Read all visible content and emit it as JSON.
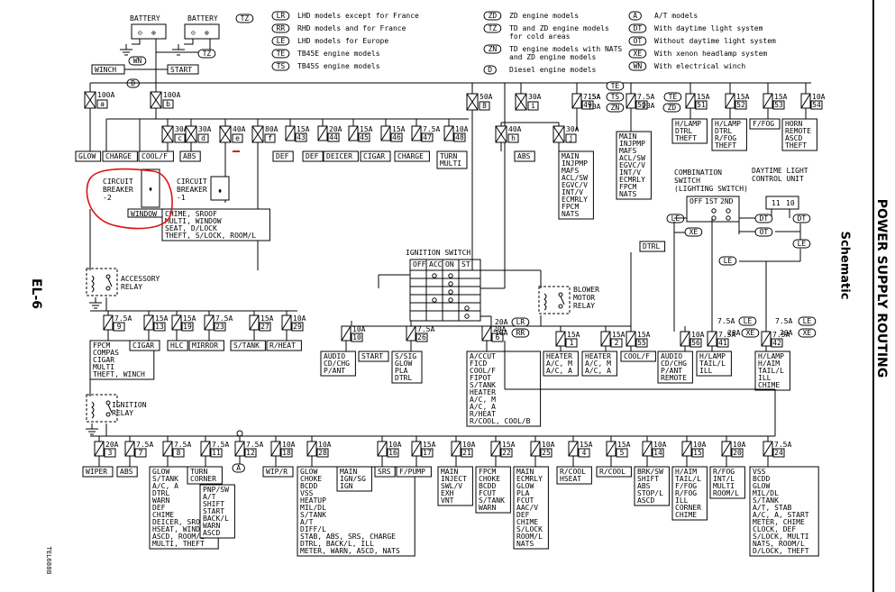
{
  "header": {
    "page_title": "POWER SUPPLY ROUTING",
    "subtitle": "Schematic",
    "page_number": "EL-6",
    "figure_code": "TEL688B"
  },
  "legend": [
    {
      "code": "LR",
      "text": "LHD models except for France"
    },
    {
      "code": "RR",
      "text": "RHD models and for France"
    },
    {
      "code": "LE",
      "text": "LHD models for Europe"
    },
    {
      "code": "TE",
      "text": "TB45E engine models"
    },
    {
      "code": "TS",
      "text": "TB45S engine models"
    },
    {
      "code": "ZD",
      "text": "ZD engine models"
    },
    {
      "code": "TZ",
      "text": "TD and ZD engine models|for cold areas"
    },
    {
      "code": "ZN",
      "text": "TD engine models with NATS|and ZD engine models"
    },
    {
      "code": "D",
      "text": "Diesel engine models"
    },
    {
      "code": "A",
      "text": "A/T models"
    },
    {
      "code": "DT",
      "text": "With daytime light system"
    },
    {
      "code": "OT",
      "text": "Without daytime light system"
    },
    {
      "code": "XE",
      "text": "With xenon headlamp system"
    },
    {
      "code": "WN",
      "text": "With electrical winch"
    }
  ],
  "top_labels": {
    "battery": "BATTERY",
    "battery_tz": "BATTERY",
    "tz": "TZ",
    "wn": "WN",
    "d": "D",
    "winch": "WINCH",
    "start": "START"
  },
  "main_fuses": [
    {
      "amp": "100A",
      "id": "a"
    },
    {
      "amp": "100A",
      "id": "b"
    },
    {
      "amp": "50A",
      "id": "8"
    },
    {
      "amp": "30A",
      "id": "i"
    },
    {
      "amp": "40A",
      "id": "h"
    },
    {
      "amp": "30A",
      "id": "j"
    }
  ],
  "fl_fuses": [
    {
      "amp": "30A",
      "id": "c"
    },
    {
      "amp": "30A",
      "id": "d"
    },
    {
      "amp": "40A",
      "id": "e"
    },
    {
      "amp": "80A",
      "id": "f"
    },
    {
      "amp": "15A",
      "id": "43"
    },
    {
      "amp": "20A",
      "id": "44"
    },
    {
      "amp": "15A",
      "id": "45"
    },
    {
      "amp": "15A",
      "id": "46"
    },
    {
      "amp": "7.5A",
      "id": "47"
    },
    {
      "amp": "10A",
      "id": "48"
    }
  ],
  "fl_loads": [
    "GLOW",
    "CHARGE",
    "COOL/F",
    "ABS",
    "DEF",
    "DEF",
    "DEICER",
    "CIGAR",
    "CHARGE",
    "TURN|MULTI"
  ],
  "breakers": {
    "cb2": "CIRCUIT|BREAKER|-2",
    "cb1": "CIRCUIT|BREAKER|-1",
    "window": "WINDOW",
    "loads": "CHIME, SROOF|MULTI, WINDOW|SEAT, D/LOCK|THEFT, S/LOCK, ROOM/L"
  },
  "accessory": {
    "label": "ACCESSORY|RELAY",
    "fuses": [
      {
        "amp": "7.5A",
        "id": "9"
      },
      {
        "amp": "15A",
        "id": "13"
      },
      {
        "amp": "15A",
        "id": "19"
      },
      {
        "amp": "7.5A",
        "id": "23"
      },
      {
        "amp": "15A",
        "id": "27"
      },
      {
        "amp": "10A",
        "id": "29"
      }
    ],
    "loads": [
      "FPCM|COMPAS|CIGAR|MULTI|THEFT, WINCH",
      "CIGAR",
      "HLC",
      "MIRROR",
      "S/TANK",
      "R/HEAT"
    ]
  },
  "ignition_switch": {
    "label": "IGNITION SWITCH",
    "positions": [
      "OFF",
      "ACC",
      "ON",
      "ST"
    ]
  },
  "ign_fuses": [
    {
      "amp": "10A",
      "id": "10"
    },
    {
      "amp": "7.5A",
      "id": "26"
    },
    {
      "amp": "20A",
      "id": "6",
      "cond": "LR",
      "alt": "10A",
      "cond2": "RR"
    }
  ],
  "ign_loads": [
    "AUDIO|CD/CHG|P/ANT",
    "START",
    "S/SIG|GLOW|PLA|DTRL",
    "A/CCUT|FICD|COOL/F|FIPOT|S/TANK|HEATER|A/C, M|A/C, A|R/HEAT|R/COOL, COOL/B"
  ],
  "main_loads": [
    "MAIN|INJPMP|MAFS|ACL/SW|EGVC/V|INT/V|ECMRLY|FPCM|NATS",
    "MAIN|INJPMP|MAFS|ACL/SW|EGVC/V|INT/V|ECMRLY|FPCM|NATS"
  ],
  "te_fuses": {
    "f49": {
      "amp1": "7.5A",
      "c1": "TE",
      "amp2": "15A",
      "c2": "TS",
      "amp3": "10A",
      "c3": "ZN",
      "id": "49"
    },
    "f50": {
      "amp1": "7.5A",
      "c1": "TE",
      "amp2": "20A",
      "c2": "ZD",
      "id": "50"
    }
  },
  "headlamp_fuses": [
    {
      "amp": "15A",
      "id": "51"
    },
    {
      "amp": "15A",
      "id": "52"
    },
    {
      "amp": "15A",
      "id": "53"
    },
    {
      "amp": "10A",
      "id": "54"
    }
  ],
  "headlamp_loads": [
    "H/LAMP|DTRL|THEFT",
    "H/LAMP|DTRL|R/FOG|THEFT",
    "F/FOG",
    "HORN|REMOTE|ASCD|THEFT"
  ],
  "combination": {
    "label": "COMBINATION|SWITCH|(LIGHTING SWITCH)",
    "positions": [
      "OFF",
      "1ST",
      "2ND"
    ],
    "daytime": "DAYTIME LIGHT|CONTROL UNIT",
    "pins": [
      "11",
      "10"
    ],
    "dtrl": "DTRL",
    "dt": "DT",
    "ot": "OT",
    "le": "LE",
    "xe": "XE"
  },
  "blower": {
    "label": "BLOWER|MOTOR|RELAY",
    "fuses": [
      {
        "amp": "15A",
        "id": "1"
      },
      {
        "amp": "15A",
        "id": "2"
      },
      {
        "amp": "15A",
        "id": "55"
      }
    ],
    "loads": [
      "HEATER|A/C, M|A/C, A",
      "HEATER|A/C, M|A/C, A",
      "COOL/F"
    ]
  },
  "lamp_fuses": [
    {
      "amp": "10A",
      "id": "56"
    },
    {
      "amp": "7.5A",
      "id": "41",
      "cond": "LE",
      "alt": "20A",
      "cond2": "XE"
    },
    {
      "amp": "7.5A",
      "id": "42",
      "cond": "LE",
      "alt": "20A",
      "cond2": "XE"
    }
  ],
  "lamp_loads": [
    "AUDIO|CD/CHG|P/ANT|REMOTE",
    "H/LAMP|TAIL/L|ILL",
    "H/LAMP|H/AIM|TAIL/L|ILL|CHIME"
  ],
  "ign_relay": {
    "label": "IGNITION|RELAY"
  },
  "bottom_fuses": [
    {
      "amp": "20A",
      "id": "3"
    },
    {
      "amp": "7.5A",
      "id": "7"
    },
    {
      "amp": "7.5A",
      "id": "8"
    },
    {
      "amp": "7.5A",
      "id": "11"
    },
    {
      "amp": "7.5A",
      "id": "12"
    },
    {
      "amp": "10A",
      "id": "18"
    },
    {
      "amp": "10A",
      "id": "28"
    },
    {
      "amp": "10A",
      "id": "16"
    },
    {
      "amp": "15A",
      "id": "17"
    },
    {
      "amp": "10A",
      "id": "21"
    },
    {
      "amp": "15A",
      "id": "22"
    },
    {
      "amp": "10A",
      "id": "25"
    },
    {
      "amp": "15A",
      "id": "4"
    },
    {
      "amp": "15A",
      "id": "5"
    },
    {
      "amp": "10A",
      "id": "14"
    },
    {
      "amp": "10A",
      "id": "15"
    },
    {
      "amp": "10A",
      "id": "20"
    },
    {
      "amp": "7.5A",
      "id": "24"
    }
  ],
  "bottom_loads": [
    "WIPER",
    "ABS",
    "GLOW|S/TANK|A/C, A|DTRL|WARN|DEF|CHIME|DEICER, SROOF|HSEAT, WINDOW|ASCD, ROOM/L|MULTI, THEFT",
    "TURN|CORNER",
    "A",
    "PNP/SW|A/T|SHIFT|START|BACK/L|WARN|ASCD",
    "WIP/R",
    "GLOW|CHOKE|BCDD|VSS|HEATUP|MIL/DL|S/TANK|A/T|DIFF/L|STAB, ABS, SRS, CHARGE|DTRL, BACK/L, ILL|METER, WARN, ASCD, NATS",
    "MAIN|IGN/SG|IGN",
    "SRS",
    "F/PUMP",
    "MAIN|INJECT|SWL/V|EXH|VNT",
    "FPCM|CHOKE|BCDD|FCUT|S/TANK|WARN",
    "MAIN|ECMRLY|GLOW|PLA|FCUT|AAC/V|DEF|CHIME|S/LOCK|ROOM/L|NATS",
    "R/COOL|HSEAT",
    "R/COOL",
    "BRK/SW|SHIFT|ABS|STOP/L|ASCD",
    "H/AIM|TAIL/L|F/FOG|R/FOG|ILL|CORNER|CHIME",
    "R/FOG|INT/L|MULTI|ROOM/L",
    "VSS|BCDD|GLOW|MIL/DL|S/TANK|A/T, STAB|A/C, A, START|METER, CHIME|CLOCK, DEF|S/LOCK, MULTI|NATS, ROOM/L|D/LOCK, THEFT"
  ]
}
